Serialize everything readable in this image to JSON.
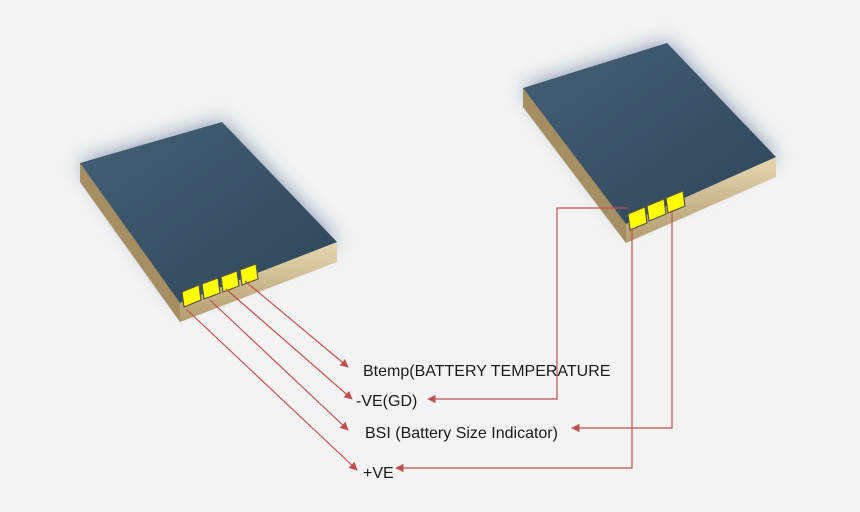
{
  "labels": {
    "btemp": "Btemp(BATTERY TEMPERATURE",
    "neg": "-VE(GD)",
    "bsi": "BSI (Battery Size Indicator)",
    "pos": "+VE"
  },
  "colors": {
    "background": "#f3f3f3",
    "battery_top": "#3a5468",
    "battery_side": "#c8b48c",
    "contact": "#ffff00",
    "leader_line": "#c0504d"
  }
}
